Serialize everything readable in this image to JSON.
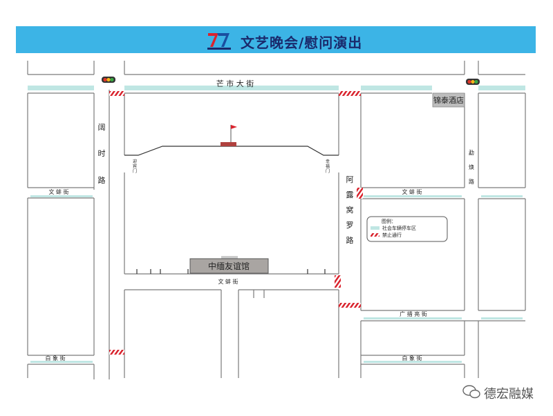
{
  "header": {
    "title": "文艺晚会/慰问演出",
    "bg_color": "#3cb4e6"
  },
  "streets": {
    "top_horizontal": "芒 市 大 街",
    "left_vertical": [
      "阔",
      "时",
      "路"
    ],
    "right_vertical": [
      "阿",
      "露",
      "窝",
      "罗",
      "路"
    ],
    "far_right_vertical": [
      "勐",
      "焕",
      "路"
    ],
    "wenbang_left": "文 蚌 街",
    "wenbang_right": "文 蚌 街",
    "wenbang_bottom": "文 蚌 街",
    "guangtai": "广 措 亮 街",
    "baixiang_left": "白 象 街",
    "baixiang_right": "白 象 街"
  },
  "gates": {
    "west": [
      "迎",
      "宾",
      "门"
    ],
    "east": [
      "幸",
      "福",
      "门"
    ]
  },
  "buildings": {
    "hotel": "锦泰酒店",
    "hall": "中缅友谊馆"
  },
  "legend": {
    "title": "图例：",
    "parking": "社会车辆停车区",
    "no_entry": "禁止通行"
  },
  "colors": {
    "teal": "#bfe6e3",
    "teal_dark": "#9fd8d3",
    "no_entry_red": "#d9232d",
    "road_line": "#7a7a7a",
    "hall_fill": "#a9a5a2"
  },
  "watermark": "德宏融媒"
}
